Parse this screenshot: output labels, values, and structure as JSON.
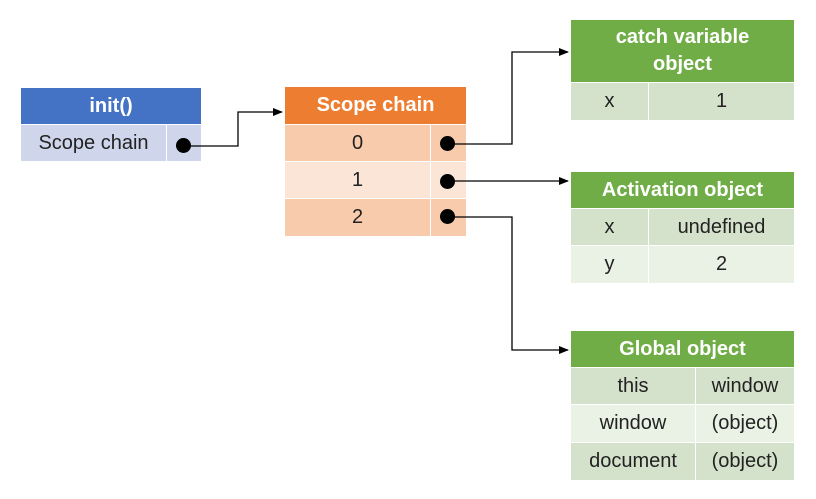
{
  "init": {
    "title": "init()",
    "field": "Scope chain"
  },
  "scope_chain": {
    "title": "Scope chain",
    "indices": [
      "0",
      "1",
      "2"
    ]
  },
  "catch_object": {
    "title": "catch variable object",
    "rows": [
      {
        "key": "x",
        "value": "1"
      }
    ]
  },
  "activation_object": {
    "title": "Activation object",
    "rows": [
      {
        "key": "x",
        "value": "undefined"
      },
      {
        "key": "y",
        "value": "2"
      }
    ]
  },
  "global_object": {
    "title": "Global object",
    "rows": [
      {
        "key": "this",
        "value": "window"
      },
      {
        "key": "window",
        "value": "(object)"
      },
      {
        "key": "document",
        "value": "(object)"
      }
    ]
  },
  "colors": {
    "blue_header": "#4472C4",
    "blue_cell": "#CFD5EA",
    "orange_header": "#ED7D31",
    "orange_cell_dark": "#F8CBAD",
    "orange_cell_light": "#FBE5D6",
    "green_header": "#70AD47",
    "green_cell_dark": "#D5E2CB",
    "green_cell_light": "#EAF1E5"
  }
}
